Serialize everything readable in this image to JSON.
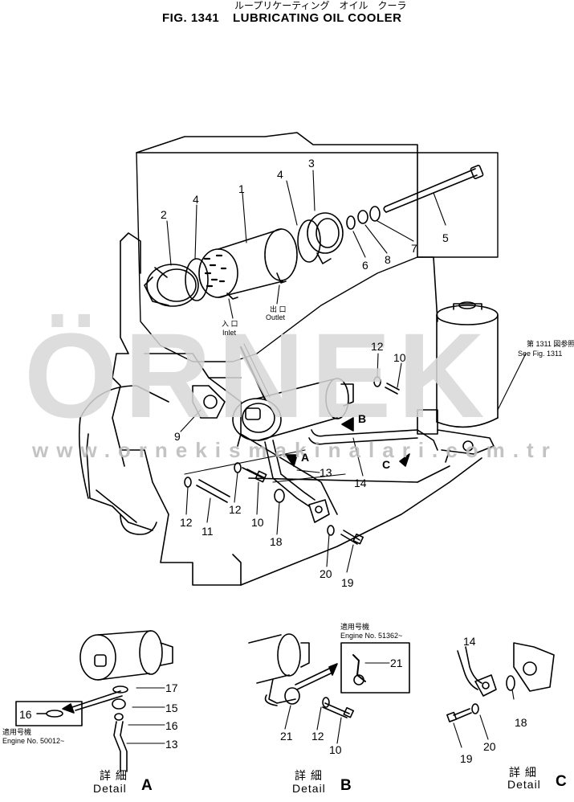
{
  "header": {
    "jp_title": "ループリケーティング　オイル　クーラ",
    "fig_label": "FIG. 1341",
    "title": "LUBRICATING OIL COOLER"
  },
  "watermark": {
    "brand": "ÖRNEK",
    "url": "www.ornekismakinalari.com.tr"
  },
  "callouts": {
    "c1": "1",
    "c2": "2",
    "c3": "3",
    "c4a": "4",
    "c4b": "4",
    "c5": "5",
    "c6": "6",
    "c7": "7",
    "c8": "8",
    "c9": "9",
    "c10a": "10",
    "c10b": "10",
    "c11": "11",
    "c12a": "12",
    "c12b": "12",
    "c12c": "12",
    "c13": "13",
    "c14": "14",
    "c18": "18",
    "c19": "19",
    "c20": "20",
    "a13": "13",
    "a15": "15",
    "a16": "16",
    "a16box": "16",
    "a17": "17",
    "b10": "10",
    "b12": "12",
    "b21a": "21",
    "b21b": "21",
    "c14d": "14",
    "c18d": "18",
    "c19d": "19",
    "c20d": "20"
  },
  "labels": {
    "inlet_jp": "入 口",
    "inlet": "Inlet",
    "outlet_jp": "出 口",
    "outlet": "Outlet",
    "see_jp": "第 1311 図参照",
    "see_fig": "See Fig. 1311",
    "arrow_a": "A",
    "arrow_b": "B",
    "arrow_c": "C",
    "eng_a_jp": "適用号機",
    "eng_a": "Engine No. 50012~",
    "eng_b_jp": "適用号機",
    "eng_b": "Engine No. 51362~"
  },
  "details": {
    "a_jp": "詳 細",
    "a_en": "Detail",
    "a_letter": "A",
    "b_jp": "詳 細",
    "b_en": "Detail",
    "b_letter": "B",
    "c_jp": "詳 細",
    "c_en": "Detail",
    "c_letter": "C"
  }
}
